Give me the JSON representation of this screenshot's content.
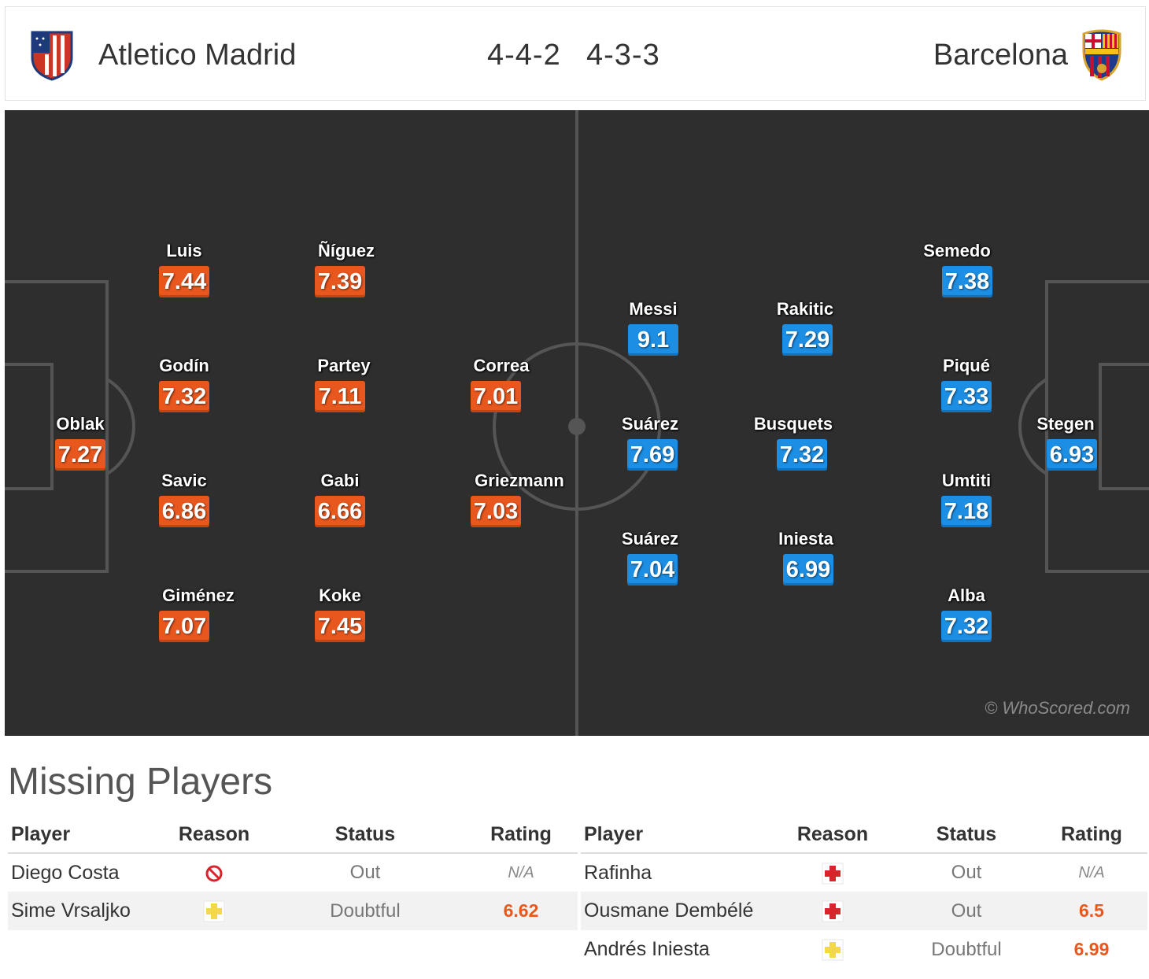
{
  "header": {
    "home_team": "Atletico Madrid",
    "away_team": "Barcelona",
    "home_formation": "4-4-2",
    "away_formation": "4-3-3",
    "home_crest_icon": "atletico-crest-icon",
    "away_crest_icon": "barcelona-crest-icon"
  },
  "pitch": {
    "watermark": "© WhoScored.com",
    "home_players": [
      {
        "name": "Oblak",
        "rating": "7.27"
      },
      {
        "name": "Luis",
        "rating": "7.44"
      },
      {
        "name": "Godín",
        "rating": "7.32"
      },
      {
        "name": "Savic",
        "rating": "6.86"
      },
      {
        "name": "Giménez",
        "rating": "7.07"
      },
      {
        "name": "Ñíguez",
        "rating": "7.39"
      },
      {
        "name": "Partey",
        "rating": "7.11"
      },
      {
        "name": "Gabi",
        "rating": "6.66"
      },
      {
        "name": "Koke",
        "rating": "7.45"
      },
      {
        "name": "Correa",
        "rating": "7.01"
      },
      {
        "name": "Griezmann",
        "rating": "7.03"
      }
    ],
    "away_players": [
      {
        "name": "Messi",
        "rating": "9.1"
      },
      {
        "name": "Suárez",
        "rating": "7.69"
      },
      {
        "name": "Suárez",
        "rating": "7.04"
      },
      {
        "name": "Rakitic",
        "rating": "7.29"
      },
      {
        "name": "Busquets",
        "rating": "7.32"
      },
      {
        "name": "Iniesta",
        "rating": "6.99"
      },
      {
        "name": "Semedo",
        "rating": "7.38"
      },
      {
        "name": "Piqué",
        "rating": "7.33"
      },
      {
        "name": "Umtiti",
        "rating": "7.18"
      },
      {
        "name": "Alba",
        "rating": "7.32"
      },
      {
        "name": "Stegen",
        "rating": "6.93"
      }
    ]
  },
  "missing": {
    "title": "Missing Players",
    "columns": [
      "Player",
      "Reason",
      "Status",
      "Rating"
    ],
    "home": [
      {
        "player": "Diego Costa",
        "reason_icon": "suspended-icon",
        "status": "Out",
        "rating": "N/A"
      },
      {
        "player": "Sime Vrsaljko",
        "reason_icon": "doubtful-icon",
        "status": "Doubtful",
        "rating": "6.62"
      }
    ],
    "away": [
      {
        "player": "Rafinha",
        "reason_icon": "injury-icon",
        "status": "Out",
        "rating": "N/A"
      },
      {
        "player": "Ousmane Dembélé",
        "reason_icon": "injury-icon",
        "status": "Out",
        "rating": "6.5"
      },
      {
        "player": "Andrés Iniesta",
        "reason_icon": "doubtful-icon",
        "status": "Doubtful",
        "rating": "6.99"
      }
    ]
  },
  "colors": {
    "home_rating": "#e8571e",
    "away_rating": "#1c8ee4",
    "pitch": "#2e2e2e"
  }
}
